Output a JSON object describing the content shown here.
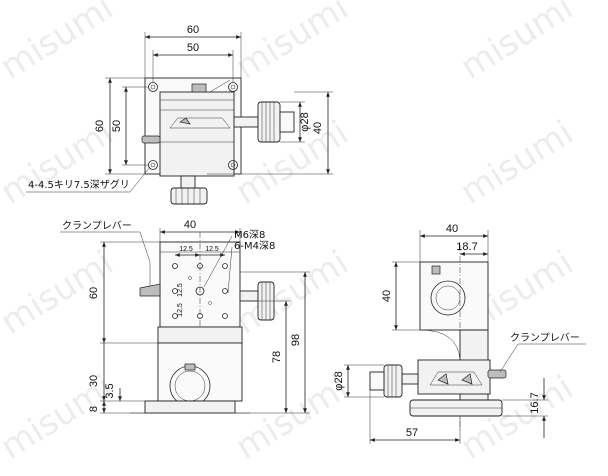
{
  "top_view": {
    "width_outer": "60",
    "width_hole_pitch": "50",
    "height_outer": "60",
    "height_hole_pitch": "50",
    "knob_diameter": "φ28",
    "knob_height": "40",
    "hole_note": "4-4.5キリ7.5深ザグリ"
  },
  "front_view": {
    "top_width": "40",
    "pitch_left": "12.5",
    "pitch_right": "12.5",
    "pitch_vertical_a": "12.5",
    "pitch_vertical_b": "12.5",
    "thread_m6": "M6深8",
    "thread_m4": "6-M4深8",
    "lever_label": "クランプレバー",
    "height_top": "60",
    "height_mid": "30",
    "height_3_5": "3.5",
    "height_base": "8",
    "height_78": "78",
    "height_98": "98"
  },
  "side_view": {
    "width_top": "40",
    "offset": "18.7",
    "height_block": "40",
    "knob_diameter": "φ28",
    "base_thickness": "16.7",
    "overall_width": "57",
    "lever_label": "クランプレバー"
  },
  "watermark": "misumi"
}
